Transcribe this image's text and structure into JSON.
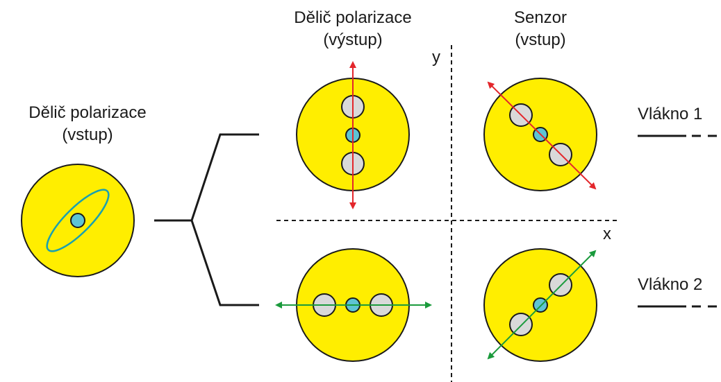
{
  "labels": {
    "input_splitter": [
      "Dělič polarizace",
      "(vstup)"
    ],
    "output_splitter": [
      "Dělič polarizace",
      "(výstup)"
    ],
    "sensor_input": [
      "Senzor",
      "(vstup)"
    ],
    "fiber_1": "Vlákno 1",
    "fiber_2": "Vlákno 2",
    "axis_y": "y",
    "axis_x": "x"
  },
  "colors": {
    "cladding": "#ffee00",
    "core": "#5ec4d4",
    "core_stroke": "#1a6f80",
    "stress_rod": "#d9d9d9",
    "ellipse": "#1aa0b0",
    "arrow_y": "#e3262b",
    "arrow_x": "#1a9a3c",
    "line": "#1a1a1a"
  }
}
